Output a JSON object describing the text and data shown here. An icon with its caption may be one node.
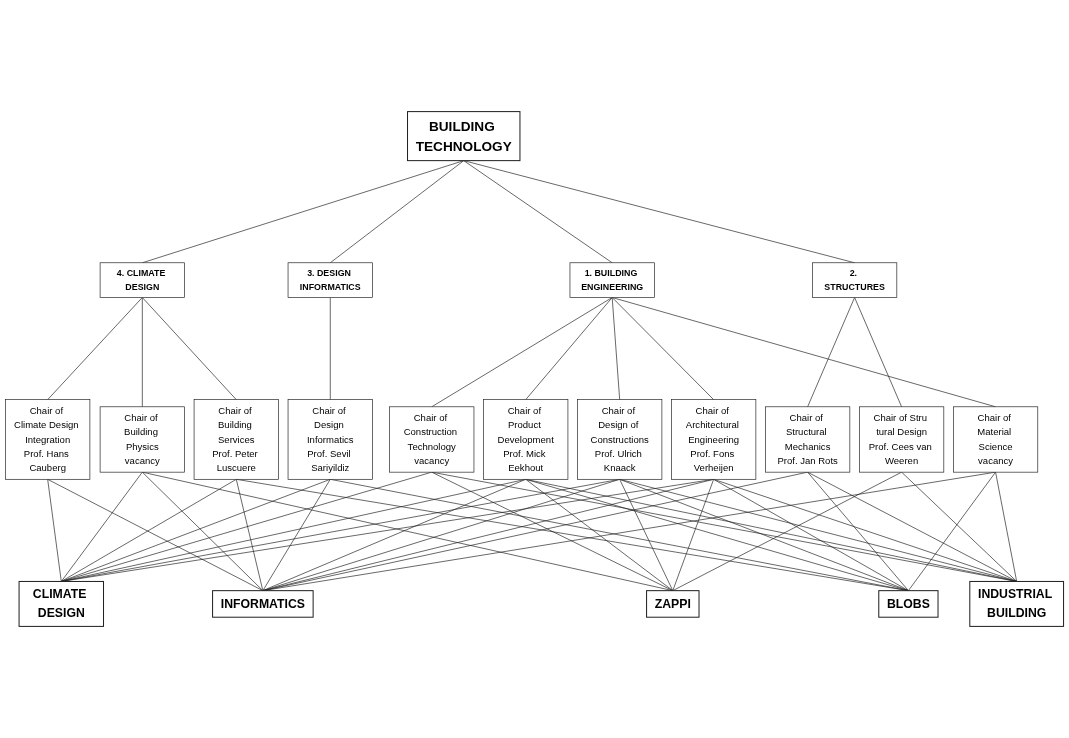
{
  "diagram": {
    "nodes": [
      {
        "text": [
          "BUILDING TECHNOLOGY"
        ]
      },
      {
        "text": [
          "4. CLIMATE DESIGN"
        ]
      },
      {
        "text": [
          "3. DESIGN INFORMATICS"
        ]
      },
      {
        "text": [
          "2. STRUCTURES"
        ]
      },
      {
        "text": [
          "1. BUILDING ENGINEERING"
        ]
      },
      {
        "text": [
          "Chair of Building Physics",
          "vacancy"
        ]
      },
      {
        "text": [
          "Chair of Building Services",
          "Prof. Peter Luscuere"
        ]
      },
      {
        "text": [
          "Chair of Climate Design Integration",
          "Prof. Hans Cauberg"
        ]
      },
      {
        "text": [
          "Chair of Design Informatics",
          "Prof. Sevil Sariyildiz"
        ]
      },
      {
        "text": [
          "Chair of Stru tural Design",
          "Prof. Cees van Weeren"
        ]
      },
      {
        "text": [
          "Chair of Structural Mechanics",
          "Prof. Jan Rots"
        ]
      },
      {
        "text": [
          "Chair of Construction Technology",
          "vacancy"
        ]
      },
      {
        "text": [
          "Chair of Material Science",
          "vacancy"
        ]
      },
      {
        "text": [
          "Chair of Product Development",
          "Prof. Mick Eekhout"
        ]
      },
      {
        "text": [
          "Chair of Design of Constructions",
          "Prof. Ulrich Knaack"
        ]
      },
      {
        "text": [
          "Chair of Architectural Engineering",
          "Prof. Fons Verheijen"
        ]
      },
      {
        "text": [
          "CLIMATE DESIGN"
        ]
      },
      {
        "text": [
          "INFORMATICS"
        ]
      },
      {
        "text": [
          "INDUSTRIAL BUILDING"
        ]
      },
      {
        "text": [
          "ZAPPI"
        ]
      },
      {
        "text": [
          "BLOBS"
        ]
      }
    ],
    "edges": [
      {
        "from": 0,
        "to": 1,
        "arrow": "none"
      },
      {
        "from": 0,
        "to": 2,
        "arrow": "none"
      },
      {
        "from": 0,
        "to": 3,
        "arrow": "none"
      },
      {
        "from": 0,
        "to": 4,
        "arrow": "none"
      },
      {
        "from": 1,
        "to": 5,
        "arrow": "none"
      },
      {
        "from": 1,
        "to": 6,
        "arrow": "none"
      },
      {
        "from": 1,
        "to": 7,
        "arrow": "none"
      },
      {
        "from": 2,
        "to": 8,
        "arrow": "none"
      },
      {
        "from": 3,
        "to": 9,
        "arrow": "none"
      },
      {
        "from": 3,
        "to": 10,
        "arrow": "none"
      },
      {
        "from": 4,
        "to": 11,
        "arrow": "none"
      },
      {
        "from": 4,
        "to": 12,
        "arrow": "none"
      },
      {
        "from": 4,
        "to": 13,
        "arrow": "none"
      },
      {
        "from": 4,
        "to": 14,
        "arrow": "none"
      },
      {
        "from": 4,
        "to": 15,
        "arrow": "none"
      },
      {
        "from": 5,
        "to": 16,
        "arrow": "none"
      },
      {
        "from": 5,
        "to": 17,
        "arrow": "none"
      },
      {
        "from": 5,
        "to": 19,
        "arrow": "none"
      },
      {
        "from": 6,
        "to": 16,
        "arrow": "none"
      },
      {
        "from": 6,
        "to": 17,
        "arrow": "none"
      },
      {
        "from": 6,
        "to": 20,
        "arrow": "none"
      },
      {
        "from": 7,
        "to": 16,
        "arrow": "none"
      },
      {
        "from": 7,
        "to": 17,
        "arrow": "none"
      },
      {
        "from": 8,
        "to": 16,
        "arrow": "none"
      },
      {
        "from": 8,
        "to": 17,
        "arrow": "none"
      },
      {
        "from": 8,
        "to": 20,
        "arrow": "none"
      },
      {
        "from": 9,
        "to": 18,
        "arrow": "none"
      },
      {
        "from": 9,
        "to": 19,
        "arrow": "none"
      },
      {
        "from": 10,
        "to": 17,
        "arrow": "none"
      },
      {
        "from": 10,
        "to": 18,
        "arrow": "none"
      },
      {
        "from": 10,
        "to": 20,
        "arrow": "none"
      },
      {
        "from": 11,
        "to": 16,
        "arrow": "none"
      },
      {
        "from": 11,
        "to": 18,
        "arrow": "none"
      },
      {
        "from": 11,
        "to": 19,
        "arrow": "none"
      },
      {
        "from": 12,
        "to": 17,
        "arrow": "none"
      },
      {
        "from": 12,
        "to": 18,
        "arrow": "none"
      },
      {
        "from": 12,
        "to": 20,
        "arrow": "none"
      },
      {
        "from": 13,
        "to": 16,
        "arrow": "none"
      },
      {
        "from": 13,
        "to": 17,
        "arrow": "none"
      },
      {
        "from": 13,
        "to": 18,
        "arrow": "none"
      },
      {
        "from": 13,
        "to": 19,
        "arrow": "none"
      },
      {
        "from": 13,
        "to": 20,
        "arrow": "none"
      },
      {
        "from": 14,
        "to": 16,
        "arrow": "none"
      },
      {
        "from": 14,
        "to": 17,
        "arrow": "none"
      },
      {
        "from": 14,
        "to": 18,
        "arrow": "none"
      },
      {
        "from": 14,
        "to": 19,
        "arrow": "none"
      },
      {
        "from": 14,
        "to": 20,
        "arrow": "none"
      },
      {
        "from": 15,
        "to": 16,
        "arrow": "none"
      },
      {
        "from": 15,
        "to": 17,
        "arrow": "none"
      },
      {
        "from": 15,
        "to": 18,
        "arrow": "none"
      },
      {
        "from": 15,
        "to": 19,
        "arrow": "none"
      },
      {
        "from": 15,
        "to": 20,
        "arrow": "none"
      }
    ]
  }
}
